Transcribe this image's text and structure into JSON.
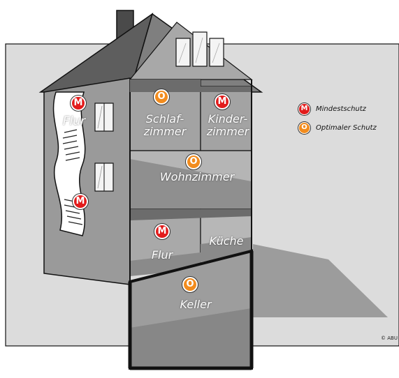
{
  "colors": {
    "mindestschutz": "#e21b1b",
    "optimaler_schutz": "#f28c1e",
    "backdrop": "#dcdcdc",
    "wall_light": "#a9a9a9",
    "wall_dark": "#7a7a7a",
    "roof": "#6e6e6e",
    "outline": "#111111"
  },
  "legend": {
    "mindestschutz": {
      "letter": "M",
      "label": "Mindestschutz"
    },
    "optimaler_schutz": {
      "letter": "O",
      "label": "Optimaler Schutz"
    }
  },
  "rooms": {
    "flur_oben": {
      "label": "Flur",
      "badge": "M"
    },
    "schlafzimmer": {
      "label_line1": "Schlaf-",
      "label_line2": "zimmer",
      "badge": "O"
    },
    "kinderzimmer": {
      "label_line1": "Kinder-",
      "label_line2": "zimmer",
      "badge": "M"
    },
    "wohnzimmer": {
      "label": "Wohnzimmer",
      "badge": "O"
    },
    "treppe": {
      "badge": "M"
    },
    "flur_unten": {
      "label": "Flur",
      "badge": "M"
    },
    "kueche": {
      "label": "Küche"
    },
    "keller": {
      "label": "Keller",
      "badge": "O"
    }
  },
  "credit": "© ABU"
}
